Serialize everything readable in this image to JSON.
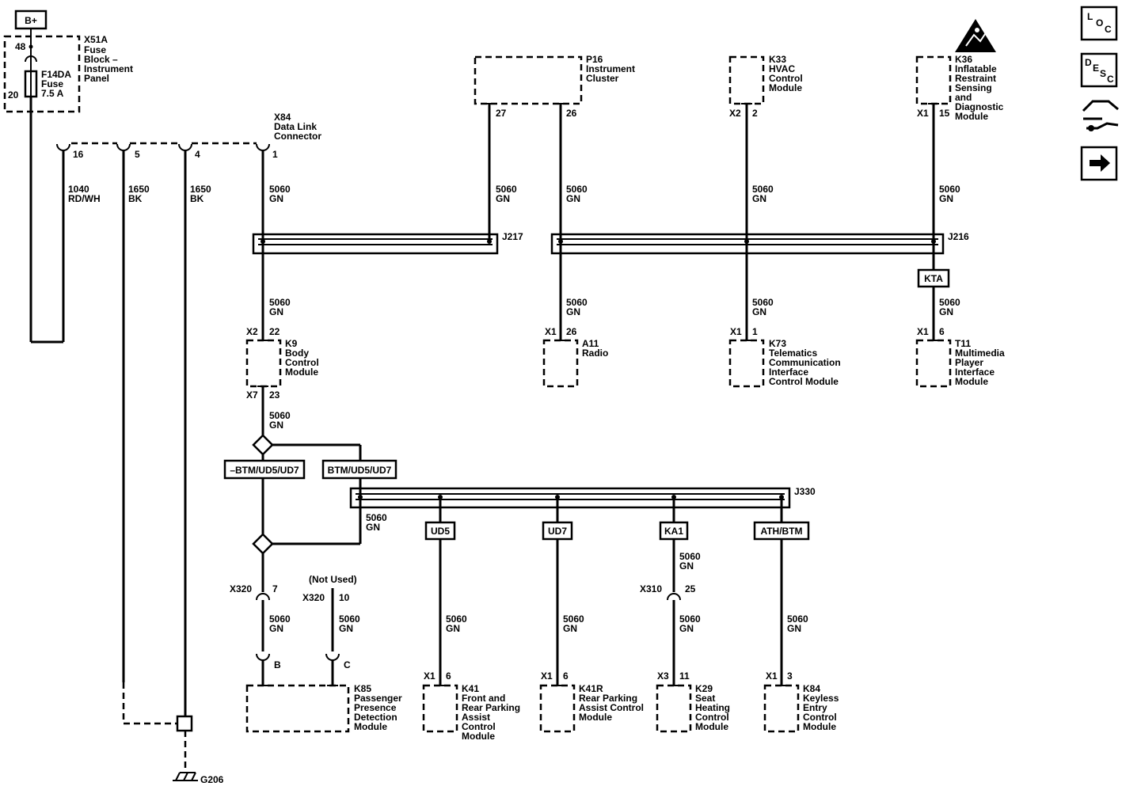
{
  "power": {
    "label": "B+"
  },
  "fuse_block": {
    "id": "X51A",
    "lines": [
      "Fuse",
      "Block –",
      "Instrument",
      "Panel"
    ],
    "pin_top": "48",
    "pin_bottom": "20"
  },
  "fuse": {
    "id": "F14DA",
    "lines": [
      "Fuse",
      "7.5 A"
    ]
  },
  "dlc": {
    "id": "X84",
    "lines": [
      "Data Link",
      "Connector"
    ],
    "pins": [
      "16",
      "5",
      "4",
      "1"
    ]
  },
  "wires": {
    "w16": [
      "1040",
      "RD/WH"
    ],
    "w5": [
      "1650",
      "BK"
    ],
    "w4": [
      "1650",
      "BK"
    ],
    "gn": [
      "5060",
      "GN"
    ]
  },
  "splices": {
    "j217": "J217",
    "j216": "J216",
    "j330": "J330"
  },
  "modules": {
    "p16": {
      "id": "P16",
      "lines": [
        "Instrument",
        "Cluster"
      ],
      "pins": [
        "27",
        "26"
      ]
    },
    "k33": {
      "id": "K33",
      "lines": [
        "HVAC",
        "Control",
        "Module"
      ],
      "conn": "X2",
      "pin": "2"
    },
    "k36": {
      "id": "K36",
      "lines": [
        "Inflatable",
        "Restraint",
        "Sensing",
        "and",
        "Diagnostic",
        "Module"
      ],
      "conn": "X1",
      "pin": "15"
    },
    "k9": {
      "id": "K9",
      "lines": [
        "Body",
        "Control",
        "Module"
      ],
      "conn_top": "X2",
      "pin_top": "22",
      "conn_bottom": "X7",
      "pin_bottom": "23"
    },
    "a11": {
      "id": "A11",
      "lines": [
        "Radio"
      ],
      "conn": "X1",
      "pin": "26"
    },
    "k73": {
      "id": "K73",
      "lines": [
        "Telematics",
        "Communication",
        "Interface",
        "Control Module"
      ],
      "conn": "X1",
      "pin": "1"
    },
    "t11": {
      "id": "T11",
      "lines": [
        "Multimedia",
        "Player",
        "Interface",
        "Module"
      ],
      "conn": "X1",
      "pin": "6"
    },
    "k85": {
      "id": "K85",
      "lines": [
        "Passenger",
        "Presence",
        "Detection",
        "Module"
      ],
      "pin_b": "B",
      "pin_c": "C"
    },
    "k41": {
      "id": "K41",
      "lines": [
        "Front and",
        "Rear Parking",
        "Assist",
        "Control",
        "Module"
      ],
      "conn": "X1",
      "pin": "6"
    },
    "k41r": {
      "id": "K41R",
      "lines": [
        "Rear Parking",
        "Assist Control",
        "Module"
      ],
      "conn": "X1",
      "pin": "6"
    },
    "k29": {
      "id": "K29",
      "lines": [
        "Seat",
        "Heating",
        "Control",
        "Module"
      ],
      "conn": "X3",
      "pin": "11"
    },
    "k84": {
      "id": "K84",
      "lines": [
        "Keyless",
        "Entry",
        "Control",
        "Module"
      ],
      "conn": "X1",
      "pin": "3"
    }
  },
  "options": {
    "kta": "KTA",
    "not_btm": "–BTM/UD5/UD7",
    "btm": "BTM/UD5/UD7",
    "ud5": "UD5",
    "ud7": "UD7",
    "ka1": "KA1",
    "ath": "ATH/BTM"
  },
  "inline": {
    "x320a": {
      "conn": "X320",
      "pin": "7"
    },
    "x320b": {
      "conn": "X320",
      "pin": "10",
      "note": "(Not Used)"
    },
    "x310": {
      "conn": "X310",
      "pin": "25"
    }
  },
  "ground": {
    "id": "G206"
  },
  "nav": {
    "loc": [
      "L",
      "O",
      "C"
    ],
    "desc": [
      "D",
      "E",
      "S",
      "C"
    ]
  }
}
